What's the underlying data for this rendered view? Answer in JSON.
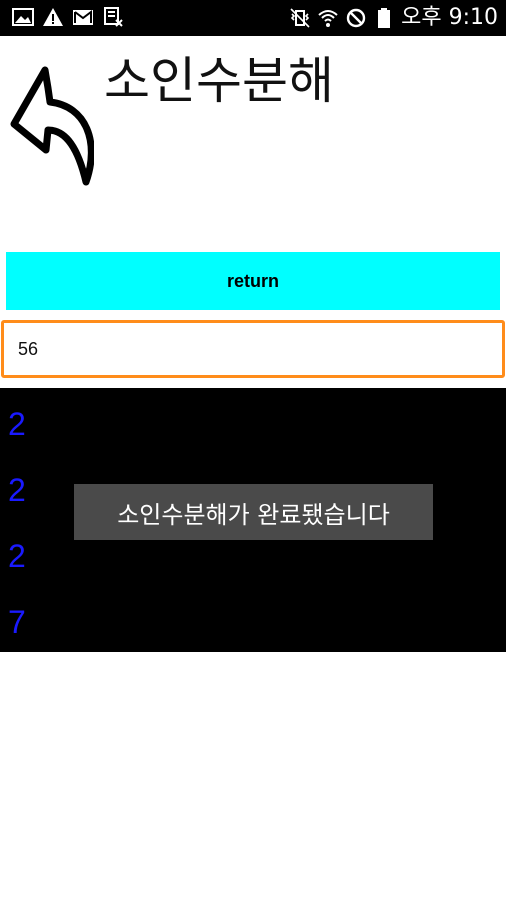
{
  "status_bar": {
    "time": "오후 9:10",
    "left_icons": [
      "image-icon",
      "warning-icon",
      "mail-icon",
      "blocked-app-icon"
    ],
    "right_icons": [
      "vibrate-icon",
      "wifi-icon",
      "block-icon",
      "battery-icon"
    ]
  },
  "header": {
    "title": "소인수분해",
    "back_icon": "curved-back-arrow-icon"
  },
  "controls": {
    "return_label": "return",
    "input_value": "56"
  },
  "results": {
    "factors": [
      "2",
      "2",
      "2",
      "7"
    ]
  },
  "toast": {
    "message": "소인수분해가 완료됐습니다"
  },
  "colors": {
    "accent_button": "#00ffff",
    "input_focus_border": "#ff8c1a",
    "factor_text": "#1a1aff",
    "result_background": "#000000",
    "toast_background": "#4a4a4a"
  }
}
